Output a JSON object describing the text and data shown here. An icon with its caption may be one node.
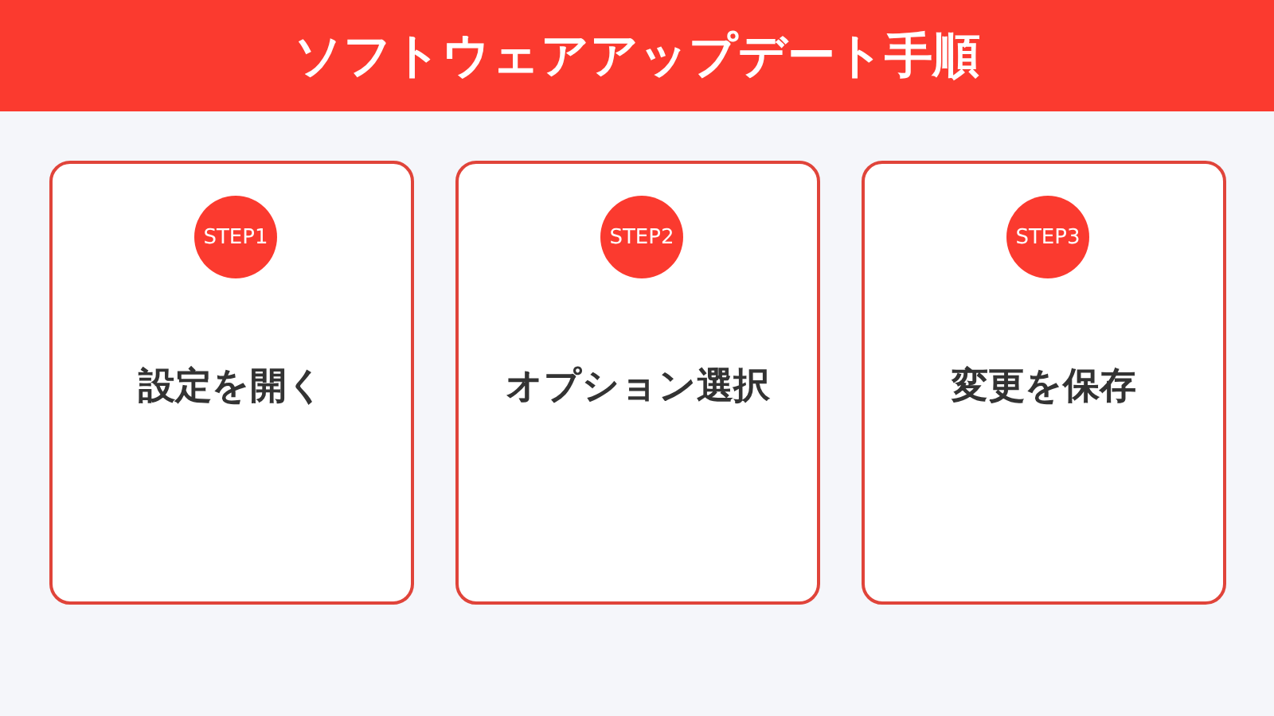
{
  "diagram": {
    "title": "ソフトウェアアップデート手順",
    "nodes": [
      {
        "text": [
          "設定を開く"
        ]
      },
      {
        "text": [
          "STEP1"
        ],
        "in": 0
      },
      {
        "text": [
          "オプション選択"
        ]
      },
      {
        "text": [
          "STEP2"
        ],
        "in": 2
      },
      {
        "text": [
          "変更を保存"
        ]
      },
      {
        "text": [
          "STEP3"
        ],
        "in": 4
      }
    ]
  }
}
